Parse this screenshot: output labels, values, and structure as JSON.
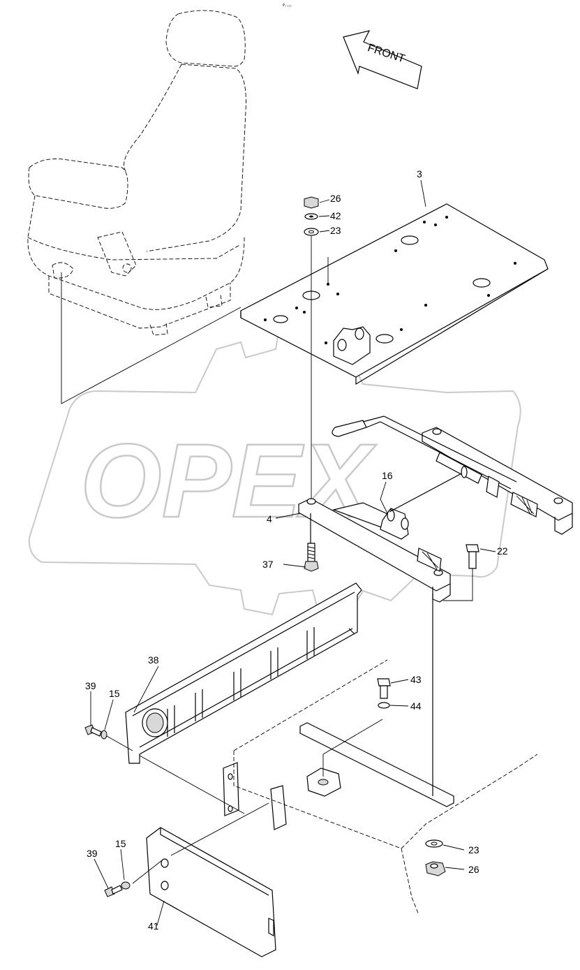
{
  "header": {
    "small_mark": "P₁ ₀₀₀"
  },
  "watermark": {
    "text": "OPEX"
  },
  "front_arrow": {
    "label": "FRONT"
  },
  "callouts": [
    {
      "id": "c26a",
      "text": "26"
    },
    {
      "id": "c42",
      "text": "42"
    },
    {
      "id": "c23a",
      "text": "23"
    },
    {
      "id": "c3",
      "text": "3"
    },
    {
      "id": "c16",
      "text": "16"
    },
    {
      "id": "c4",
      "text": "4"
    },
    {
      "id": "c22",
      "text": "22"
    },
    {
      "id": "c37",
      "text": "37"
    },
    {
      "id": "c38",
      "text": "38"
    },
    {
      "id": "c39a",
      "text": "39"
    },
    {
      "id": "c15a",
      "text": "15"
    },
    {
      "id": "c43",
      "text": "43"
    },
    {
      "id": "c44",
      "text": "44"
    },
    {
      "id": "c23b",
      "text": "23"
    },
    {
      "id": "c26b",
      "text": "26"
    },
    {
      "id": "c39b",
      "text": "39"
    },
    {
      "id": "c15b",
      "text": "15"
    },
    {
      "id": "c41",
      "text": "41"
    }
  ]
}
